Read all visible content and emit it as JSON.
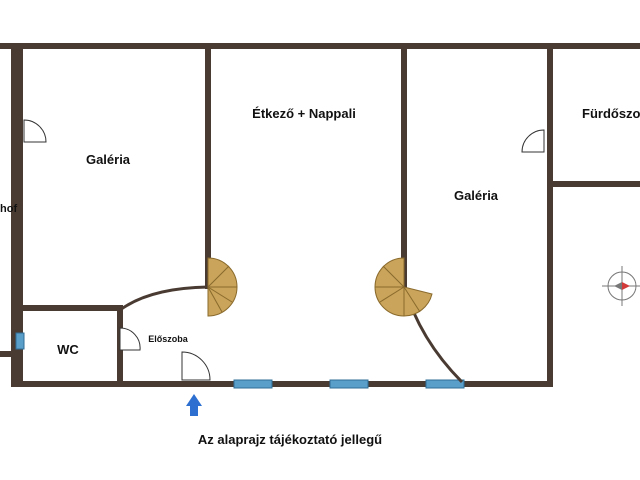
{
  "rooms": {
    "galeria_left": "Galéria",
    "etkezo": "Étkező + Nappali",
    "galeria_right": "Galéria",
    "furdoszoba": "Fürdőszo",
    "hof": "hof",
    "wc": "WC",
    "eloszoba": "Előszoba"
  },
  "caption": "Az alaprajz tájékoztató jellegű",
  "colors": {
    "wall": "#4a3b32",
    "window": "#5a9fc9",
    "stair": "#c9a45a",
    "entrance_arrow": "#2c6fd1",
    "compass_north": "#d23a3a"
  },
  "icons": {
    "entrance": "entrance-arrow-icon",
    "compass": "compass-icon"
  }
}
